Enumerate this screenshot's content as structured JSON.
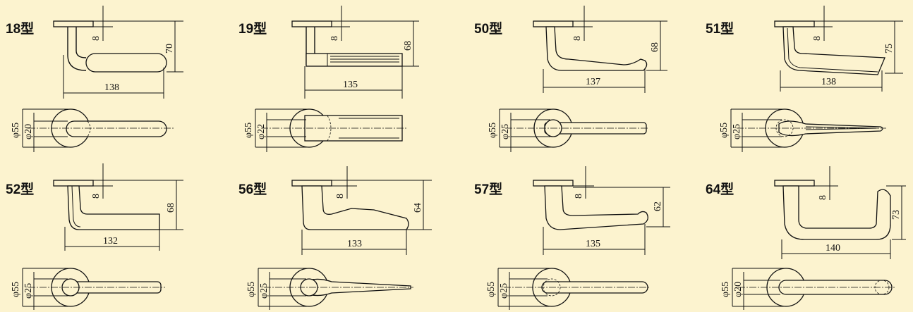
{
  "background_color": "#fcf3cf",
  "models": [
    {
      "name": "18型",
      "length": "138",
      "height": "70",
      "offset": "8",
      "rose_d": "φ55",
      "neck_d": "φ20"
    },
    {
      "name": "19型",
      "length": "135",
      "height": "68",
      "offset": "8",
      "rose_d": "φ55",
      "neck_d": "φ22"
    },
    {
      "name": "50型",
      "length": "137",
      "height": "68",
      "offset": "8",
      "rose_d": "φ55",
      "neck_d": "φ25"
    },
    {
      "name": "51型",
      "length": "138",
      "height": "75",
      "offset": "8",
      "rose_d": "φ55",
      "neck_d": "φ25"
    },
    {
      "name": "52型",
      "length": "132",
      "height": "68",
      "offset": "8",
      "rose_d": "φ55",
      "neck_d": "φ25"
    },
    {
      "name": "56型",
      "length": "133",
      "height": "64",
      "offset": "8",
      "rose_d": "φ55",
      "neck_d": "φ25"
    },
    {
      "name": "57型",
      "length": "135",
      "height": "62",
      "offset": "8",
      "rose_d": "φ55",
      "neck_d": "φ25"
    },
    {
      "name": "64型",
      "length": "140",
      "height": "73",
      "offset": "8",
      "rose_d": "φ55",
      "neck_d": "φ20"
    }
  ]
}
